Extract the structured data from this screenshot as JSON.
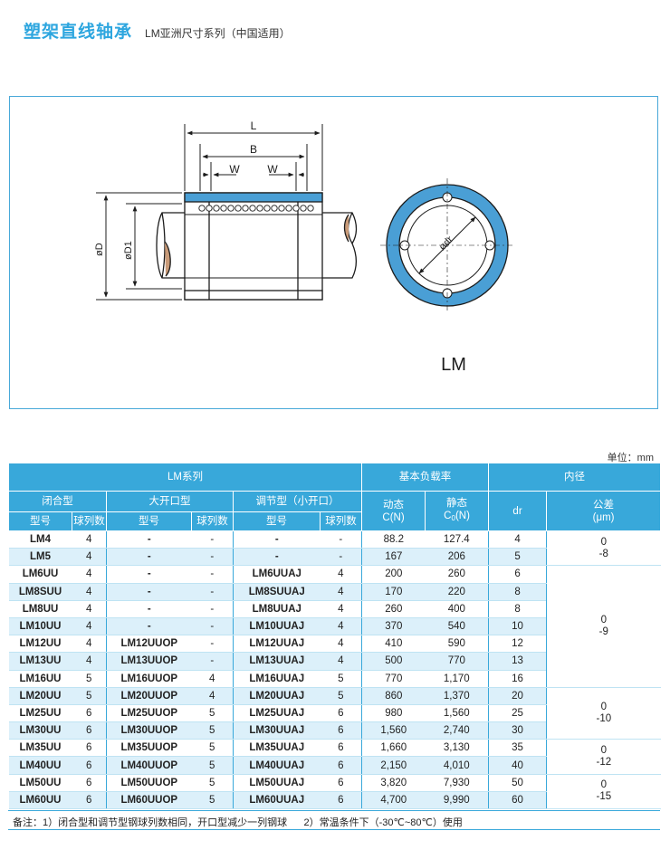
{
  "header": {
    "title": "塑架直线轴承",
    "subtitle": "LM亚洲尺寸系列（中国适用）"
  },
  "drawing": {
    "dim_L": "L",
    "dim_B": "B",
    "dim_W1": "W",
    "dim_W2": "W",
    "dim_D": "øD",
    "dim_D1": "øD1",
    "dim_dr": "ødr",
    "label": "LM",
    "colors": {
      "sleeve": "#4a9fd5",
      "outline": "#1c1c1c"
    }
  },
  "table": {
    "unit": "单位：mm",
    "group_series": "LM系列",
    "group_load": "基本负载率",
    "group_bore": "内径",
    "sub_closed": "闭合型",
    "sub_open": "大开口型",
    "sub_adjust": "调节型（小开口）",
    "col_model": "型号",
    "col_rows": "球列数",
    "col_dynamic": "动态",
    "col_dynamic_unit": "C(N)",
    "col_static": "静态",
    "col_static_c": "C",
    "col_static_sub": "0",
    "col_static_unit": "(N)",
    "col_dr": "dr",
    "col_tol": "公差",
    "col_tol_unit": "(μm)",
    "rows": [
      {
        "closed": "LM4",
        "closed_rows": "4",
        "open": "-",
        "open_rows": "-",
        "adj": "-",
        "adj_rows": "-",
        "dyn": "88.2",
        "stat": "127.4",
        "dr": "4"
      },
      {
        "closed": "LM5",
        "closed_rows": "4",
        "open": "-",
        "open_rows": "-",
        "adj": "-",
        "adj_rows": "-",
        "dyn": "167",
        "stat": "206",
        "dr": "5"
      },
      {
        "closed": "LM6UU",
        "closed_rows": "4",
        "open": "-",
        "open_rows": "-",
        "adj": "LM6UUAJ",
        "adj_rows": "4",
        "dyn": "200",
        "stat": "260",
        "dr": "6"
      },
      {
        "closed": "LM8SUU",
        "closed_rows": "4",
        "open": "-",
        "open_rows": "-",
        "adj": "LM8SUUAJ",
        "adj_rows": "4",
        "dyn": "170",
        "stat": "220",
        "dr": "8"
      },
      {
        "closed": "LM8UU",
        "closed_rows": "4",
        "open": "-",
        "open_rows": "-",
        "adj": "LM8UUAJ",
        "adj_rows": "4",
        "dyn": "260",
        "stat": "400",
        "dr": "8"
      },
      {
        "closed": "LM10UU",
        "closed_rows": "4",
        "open": "-",
        "open_rows": "-",
        "adj": "LM10UUAJ",
        "adj_rows": "4",
        "dyn": "370",
        "stat": "540",
        "dr": "10"
      },
      {
        "closed": "LM12UU",
        "closed_rows": "4",
        "open": "LM12UUOP",
        "open_rows": "-",
        "adj": "LM12UUAJ",
        "adj_rows": "4",
        "dyn": "410",
        "stat": "590",
        "dr": "12"
      },
      {
        "closed": "LM13UU",
        "closed_rows": "4",
        "open": "LM13UUOP",
        "open_rows": "-",
        "adj": "LM13UUAJ",
        "adj_rows": "4",
        "dyn": "500",
        "stat": "770",
        "dr": "13"
      },
      {
        "closed": "LM16UU",
        "closed_rows": "5",
        "open": "LM16UUOP",
        "open_rows": "4",
        "adj": "LM16UUAJ",
        "adj_rows": "5",
        "dyn": "770",
        "stat": "1,170",
        "dr": "16"
      },
      {
        "closed": "LM20UU",
        "closed_rows": "5",
        "open": "LM20UUOP",
        "open_rows": "4",
        "adj": "LM20UUAJ",
        "adj_rows": "5",
        "dyn": "860",
        "stat": "1,370",
        "dr": "20"
      },
      {
        "closed": "LM25UU",
        "closed_rows": "6",
        "open": "LM25UUOP",
        "open_rows": "5",
        "adj": "LM25UUAJ",
        "adj_rows": "6",
        "dyn": "980",
        "stat": "1,560",
        "dr": "25"
      },
      {
        "closed": "LM30UU",
        "closed_rows": "6",
        "open": "LM30UUOP",
        "open_rows": "5",
        "adj": "LM30UUAJ",
        "adj_rows": "6",
        "dyn": "1,560",
        "stat": "2,740",
        "dr": "30"
      },
      {
        "closed": "LM35UU",
        "closed_rows": "6",
        "open": "LM35UUOP",
        "open_rows": "5",
        "adj": "LM35UUAJ",
        "adj_rows": "6",
        "dyn": "1,660",
        "stat": "3,130",
        "dr": "35"
      },
      {
        "closed": "LM40UU",
        "closed_rows": "6",
        "open": "LM40UUOP",
        "open_rows": "5",
        "adj": "LM40UUAJ",
        "adj_rows": "6",
        "dyn": "2,150",
        "stat": "4,010",
        "dr": "40"
      },
      {
        "closed": "LM50UU",
        "closed_rows": "6",
        "open": "LM50UUOP",
        "open_rows": "5",
        "adj": "LM50UUAJ",
        "adj_rows": "6",
        "dyn": "3,820",
        "stat": "7,930",
        "dr": "50"
      },
      {
        "closed": "LM60UU",
        "closed_rows": "6",
        "open": "LM60UUOP",
        "open_rows": "5",
        "adj": "LM60UUAJ",
        "adj_rows": "6",
        "dyn": "4,700",
        "stat": "9,990",
        "dr": "60"
      }
    ],
    "tolerances": [
      {
        "rowspan": 2,
        "upper": "0",
        "lower": "-8"
      },
      {
        "rowspan": 7,
        "upper": "0",
        "lower": "-9"
      },
      {
        "rowspan": 3,
        "upper": "0",
        "lower": "-10"
      },
      {
        "rowspan": 2,
        "upper": "0",
        "lower": "-12"
      },
      {
        "rowspan": 2,
        "upper": "0",
        "lower": "-15"
      }
    ]
  },
  "note": "备注：1）闭合型和调节型钢球列数相同，开口型减少一列钢球      2）常温条件下（-30℃~80℃）使用"
}
